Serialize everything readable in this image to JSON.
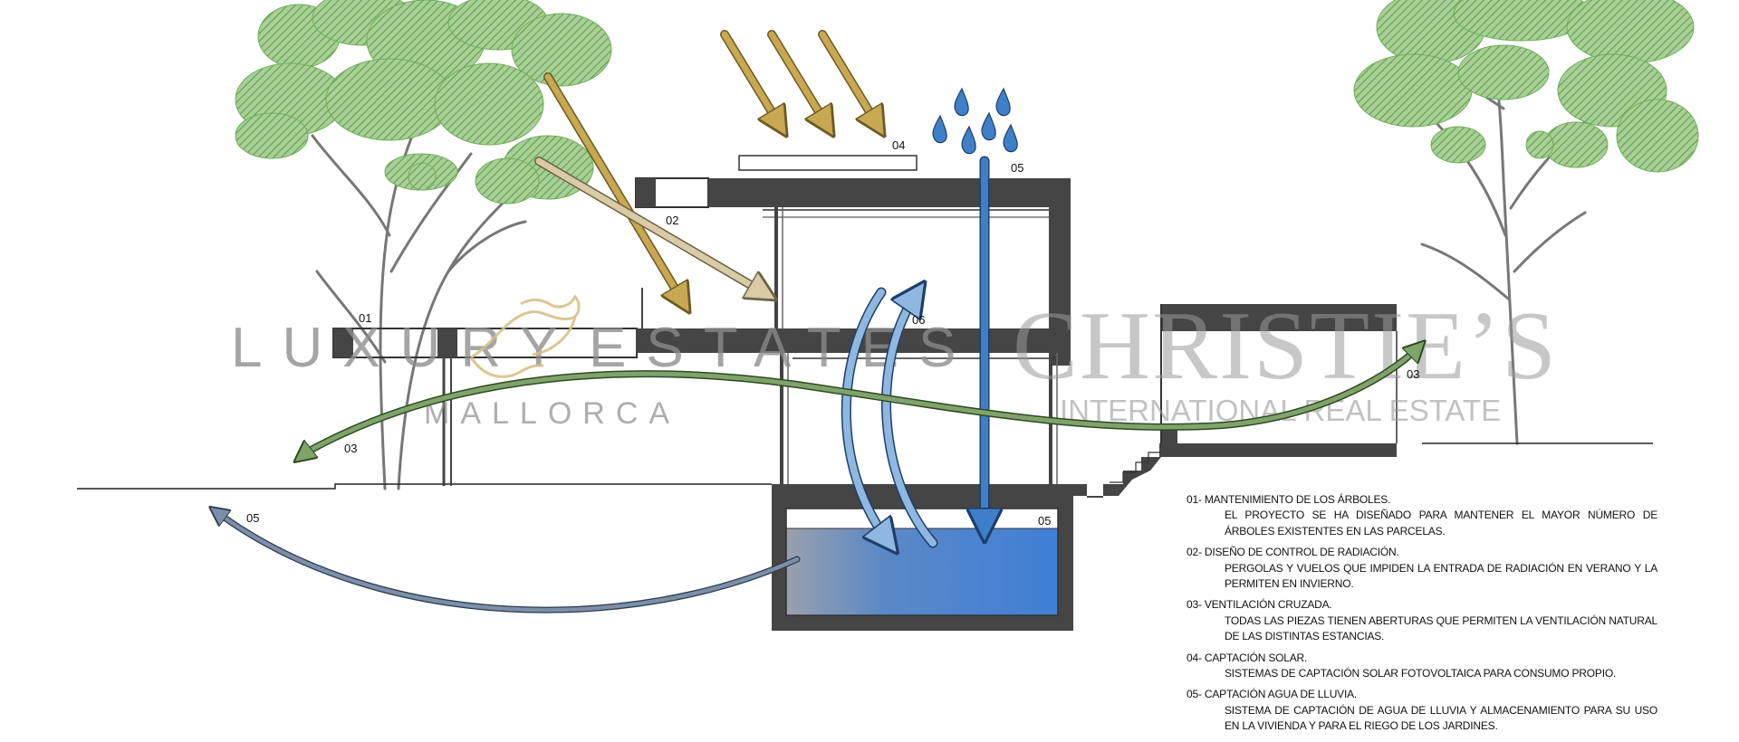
{
  "watermarks": {
    "luxury": "LUXURY",
    "estates": "ESTATES",
    "mallorca": "MALLORCA",
    "christies": "CHRISTIE’S",
    "international": "INTERNATIONAL REAL ESTATE"
  },
  "labels": {
    "l01": "01",
    "l02": "02",
    "l03_left": "03",
    "l03_right": "03",
    "l04": "04",
    "l05_rain": "05",
    "l05_tank": "05",
    "l05_garden": "05",
    "l06": "06"
  },
  "legend": [
    {
      "title": "01- MANTENIMIENTO DE LOS ÁRBOLES.",
      "desc": "EL PROYECTO SE HA DISEÑADO PARA MANTENER EL MAYOR NÚMERO DE ÁRBOLES EXISTENTES EN LAS PARCELAS."
    },
    {
      "title": "02- DISEÑO DE CONTROL DE RADIACIÓN.",
      "desc": "PERGOLAS Y VUELOS QUE IMPIDEN LA ENTRADA DE RADIACIÓN EN VERANO Y LA PERMITEN EN INVIERNO."
    },
    {
      "title": "03- VENTILACIÓN CRUZADA.",
      "desc": "TODAS LAS PIEZAS TIENEN ABERTURAS QUE PERMITEN LA VENTILACIÓN NATURAL DE LAS DISTINTAS ESTANCIAS."
    },
    {
      "title": "04- CAPTACIÓN SOLAR.",
      "desc": "SISTEMAS DE CAPTACIÓN SOLAR FOTOVOLTAICA PARA CONSUMO PROPIO."
    },
    {
      "title": "05- CAPTACIÓN AGUA DE LLUVIA.",
      "desc": "SISTEMA DE CAPTACIÓN DE AGUA DE LLUVIA Y ALMACENAMIENTO PARA SU USO EN LA VIVIENDA Y PARA EL RIEGO DE LOS JARDINES."
    }
  ],
  "colors": {
    "structure": "#454545",
    "sun_arrow": "#c8a850",
    "sun_arrow_light": "#d9cba6",
    "water": "#3f7fc8",
    "ventilation": "#7fa36a",
    "tree": "#6fae58"
  }
}
